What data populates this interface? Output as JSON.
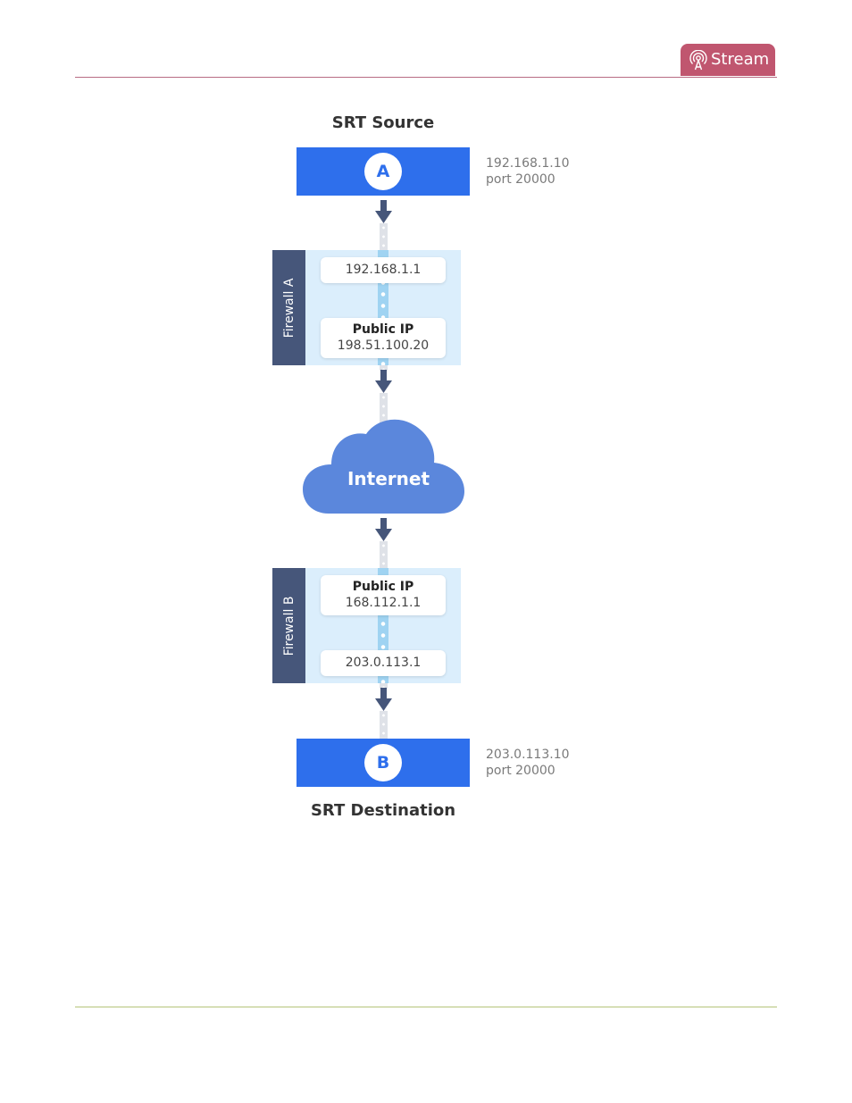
{
  "header": {
    "product_tab": "Stream",
    "tab_icon": "broadcast-icon",
    "accent_color": "#c0566f"
  },
  "diagram": {
    "source": {
      "title": "SRT Source",
      "node": "A",
      "ip": "192.168.1.10",
      "port": "port 20000"
    },
    "firewall_a": {
      "label": "Firewall A",
      "internal_ip": "192.168.1.1",
      "public_label": "Public IP",
      "public_ip": "198.51.100.20"
    },
    "internet": {
      "label": "Internet"
    },
    "firewall_b": {
      "label": "Firewall B",
      "public_label": "Public IP",
      "public_ip": "168.112.1.1",
      "internal_ip": "203.0.113.1"
    },
    "destination": {
      "title": "SRT Destination",
      "node": "B",
      "ip": "203.0.113.10",
      "port": "port 20000"
    },
    "colors": {
      "endpoint": "#2e6fec",
      "firewall_bar": "#46567a",
      "firewall_panel": "#dbeefc",
      "cloud": "#5b87dc",
      "arrow": "#46567a"
    }
  }
}
